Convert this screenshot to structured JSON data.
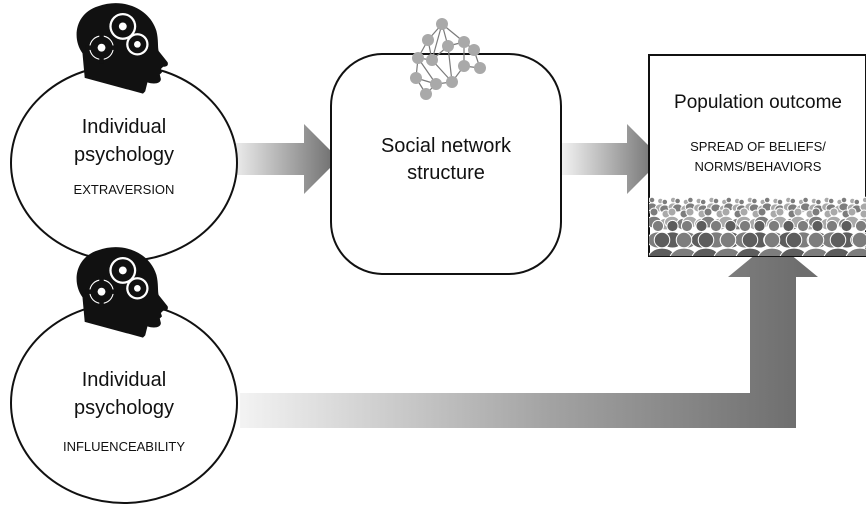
{
  "nodes": {
    "psych_top": {
      "title_line1": "Individual",
      "title_line2": "psychology",
      "trait": "EXTRAVERSION"
    },
    "network": {
      "title_line1": "Social network",
      "title_line2": "structure"
    },
    "outcome": {
      "title": "Population outcome",
      "subtitle_line1": "SPREAD OF BELIEFS/",
      "subtitle_line2": "NORMS/BEHAVIORS"
    },
    "psych_bottom": {
      "title_line1": "Individual",
      "title_line2": "psychology",
      "trait": "INFLUENCEABILITY"
    }
  },
  "icons": [
    "head-with-gears-icon",
    "network-graph-icon",
    "crowd-icon"
  ],
  "colors": {
    "arrow_light": "#f2f2f2",
    "arrow_dark": "#6a6a6a",
    "stroke": "#111111",
    "crowd": "#7d7d7d",
    "network_node": "#a7a7a7"
  }
}
